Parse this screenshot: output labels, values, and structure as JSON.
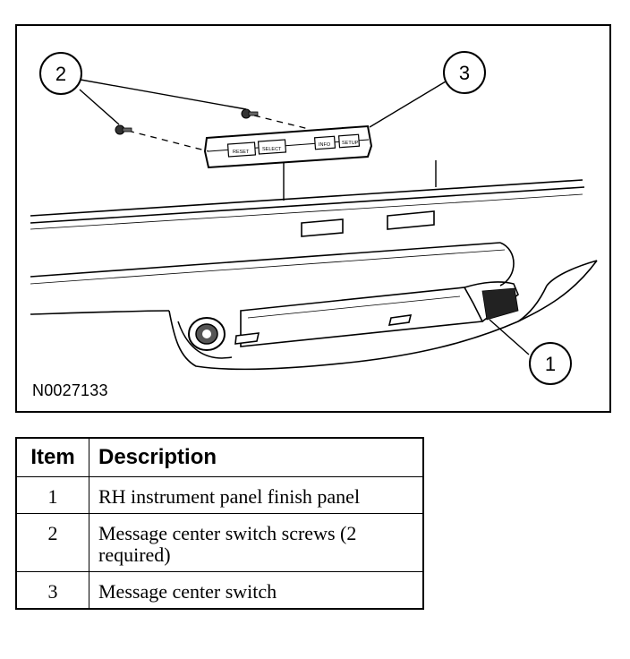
{
  "figure": {
    "id_label": "N0027133",
    "callouts": [
      "1",
      "2",
      "3"
    ],
    "switch_buttons": [
      "RESET",
      "SELECT",
      "INFO",
      "SETUP"
    ]
  },
  "table": {
    "headers": {
      "item": "Item",
      "description": "Description"
    },
    "rows": [
      {
        "item": "1",
        "description": "RH instrument panel finish panel"
      },
      {
        "item": "2",
        "description": "Message center switch screws (2 required)"
      },
      {
        "item": "3",
        "description": "Message center switch"
      }
    ]
  }
}
